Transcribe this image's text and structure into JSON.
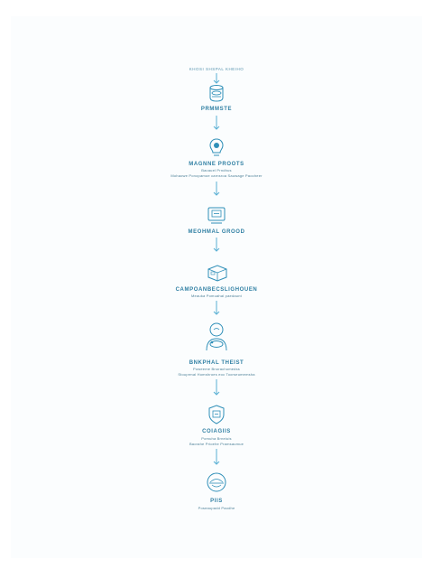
{
  "diagram": {
    "top_caption": "KHOSI SHSPAL KHEIHO",
    "steps": [
      {
        "label": "PRMMSTE",
        "lines": []
      },
      {
        "label": "MAGNNE PROOTS",
        "lines": [
          "Bacauel Prndhus",
          "Mohaowe Ponopamoe carnsroa Sauwage Paocheer"
        ]
      },
      {
        "label": "MEOHMAL GROOD",
        "lines": []
      },
      {
        "label": "CAMPOANBECSLIGHOUEN",
        "lines": [
          "Meauka Pomuahal paedaunt"
        ]
      },
      {
        "label": "BNKPHAL THEIST",
        "lines": [
          "Poweeme Bnorachumedss",
          "Stouprmal Homshroes eoc Toorseumemsha"
        ]
      },
      {
        "label": "COIAGIIS",
        "lines": [
          "Pomuha Brneiuis",
          "Baorahe Prioehe Pramsaumue"
        ]
      },
      {
        "label": "PIIS",
        "lines": [
          "Poseaupadd Paodhe"
        ]
      }
    ]
  },
  "colors": {
    "accent": "#2f8fb8",
    "arrow": "#5ab0d4",
    "text": "#2f7fa3",
    "background": "#fbfdfe"
  }
}
